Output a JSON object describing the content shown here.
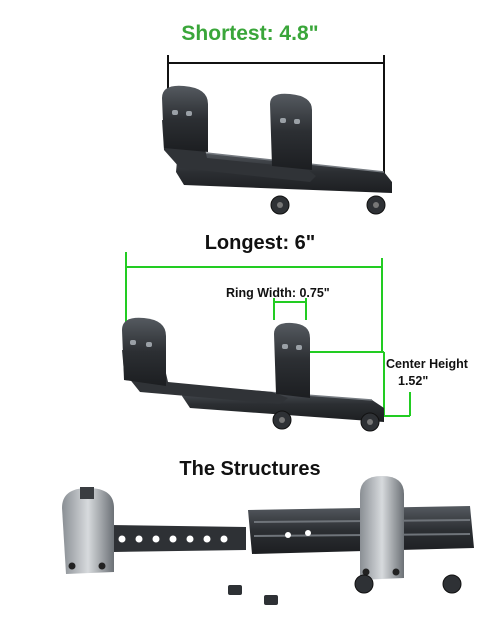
{
  "labels": {
    "shortest": "Shortest:  4.8\"",
    "longest": "Longest:  6\"",
    "ring_width": "Ring Width: 0.75\"",
    "center_height_line1": "Center Height",
    "center_height_line2": "1.52\"",
    "structures": "The Structures"
  },
  "colors": {
    "accent_green": "#3aa63a",
    "dim_line_green": "#22cc22",
    "mount_dark": "#2b2d30"
  }
}
